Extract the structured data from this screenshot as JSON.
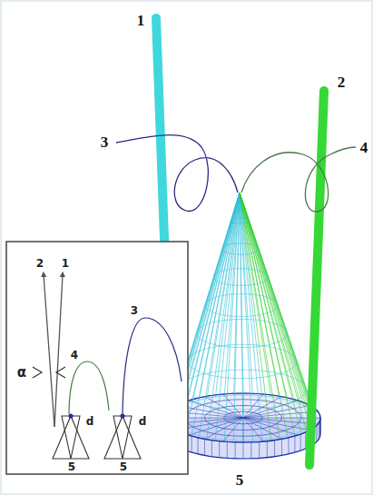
{
  "diagram": {
    "labels": [
      "1",
      "2",
      "3",
      "4",
      "5",
      "2",
      "1",
      "4",
      "3",
      "α",
      "d",
      "d",
      "5",
      "5"
    ]
  }
}
